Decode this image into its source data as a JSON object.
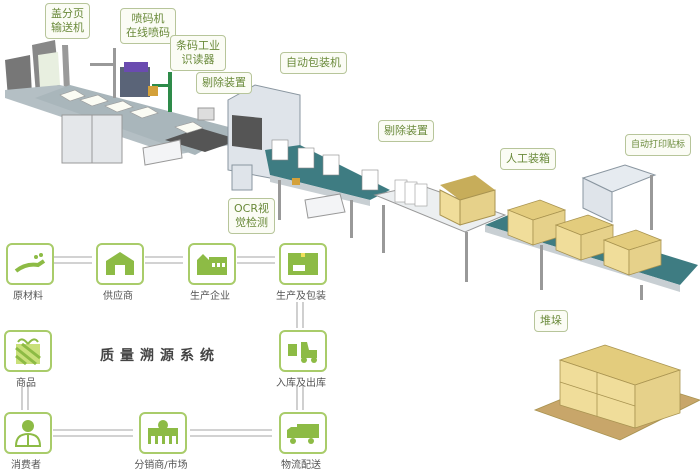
{
  "diagram": {
    "title": "质量溯源系统",
    "production_line": {
      "callouts": [
        {
          "id": "feeder",
          "text": "盖分页\n输送机"
        },
        {
          "id": "inkjet",
          "text": "喷码机\n在线喷码"
        },
        {
          "id": "barcode",
          "text": "条码工业\n识读器"
        },
        {
          "id": "reject1",
          "text": "剔除装置"
        },
        {
          "id": "packer",
          "text": "自动包装机"
        },
        {
          "id": "ocr",
          "text": "OCR视\n觉检测"
        },
        {
          "id": "reject2",
          "text": "剔除装置"
        },
        {
          "id": "manual",
          "text": "人工装箱"
        },
        {
          "id": "labeler",
          "text": "自动打印贴标"
        },
        {
          "id": "stack",
          "text": "堆垛"
        }
      ]
    },
    "flow_nodes": [
      {
        "id": "raw",
        "label": "原材料",
        "icon": "hand-leaf-icon"
      },
      {
        "id": "supplier",
        "label": "供应商",
        "icon": "warehouse-icon"
      },
      {
        "id": "factory",
        "label": "生产企业",
        "icon": "factory-icon"
      },
      {
        "id": "packing",
        "label": "生产及包装",
        "icon": "package-icon"
      },
      {
        "id": "warehouse",
        "label": "入库及出库",
        "icon": "forklift-icon"
      },
      {
        "id": "logistics",
        "label": "物流配送",
        "icon": "truck-icon"
      },
      {
        "id": "distributor",
        "label": "分销商/市场",
        "icon": "market-icon"
      },
      {
        "id": "consumer",
        "label": "消费者",
        "icon": "consumer-icon"
      },
      {
        "id": "goods",
        "label": "商品",
        "icon": "gift-icon"
      }
    ],
    "colors": {
      "accent": "#8dbb45",
      "node_border": "#a9cc6a",
      "callout_text": "#6a8a3a",
      "belt": "#3e7c82",
      "box": "#f0dd9a"
    }
  }
}
